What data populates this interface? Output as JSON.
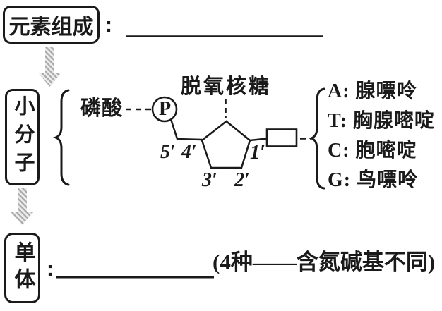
{
  "colors": {
    "ink": "#1a1a1a",
    "arrow_gray": "#a8a8a8",
    "arrow_light": "#ececec"
  },
  "flow": {
    "element_box_label": "元素组成",
    "element_colon": ":",
    "small_molecule_label": "小分子",
    "monomer_label": "单体",
    "monomer_colon": ":"
  },
  "molecule": {
    "phosphate_label": "磷酸",
    "phosphate_symbol": "P",
    "sugar_label": "脱氧核糖",
    "carbons": {
      "c5": "5′",
      "c4": "4′",
      "c1": "1′",
      "c3": "3′",
      "c2": "2′"
    }
  },
  "bases": {
    "items": [
      "A: 腺嘌呤",
      "T: 胸腺嘧啶",
      "C: 胞嘧啶",
      "G: 鸟嘌呤"
    ]
  },
  "monomer_note": "(4种——含氮碱基不同)"
}
